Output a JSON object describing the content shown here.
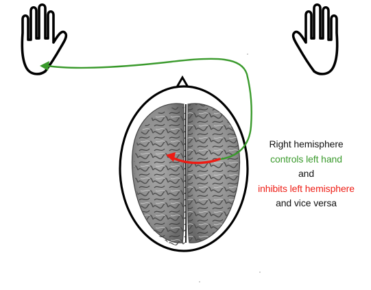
{
  "colors": {
    "control": "#3a9a2c",
    "inhibit": "#ee1c14",
    "text": "#111111",
    "outline": "#000000",
    "brain": "#8d8d8d"
  },
  "icons": {
    "left_hand": "raised-left-hand-outline-icon",
    "right_hand": "raised-right-hand-outline-icon",
    "head": "head-top-view-oval-icon",
    "brain": "brain-top-view-image"
  },
  "caption": {
    "line1": "Right hemisphere",
    "line2": "controls left hand",
    "line3": "and",
    "line4": "inhibits left hemisphere",
    "line5": "and vice versa"
  }
}
